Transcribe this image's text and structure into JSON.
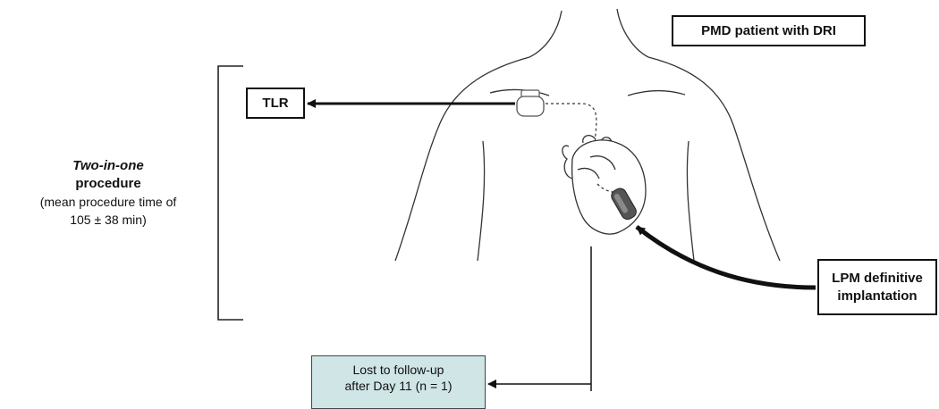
{
  "patient_label": "PMD patient with DRI",
  "tlr_label": "TLR",
  "lpm_label": {
    "line1": "LPM definitive",
    "line2": "implantation"
  },
  "procedure": {
    "line1": "Two-in-one",
    "line2": "procedure",
    "line3": "(mean procedure time of",
    "line4": "105 ± 38 min)"
  },
  "lost_followup": {
    "line1": "Lost to follow-up",
    "line2": "after Day 11 (n = 1)"
  },
  "colors": {
    "outline": "#222222",
    "lost_box_fill": "#cfe5e6",
    "device_fill": "#555555"
  }
}
